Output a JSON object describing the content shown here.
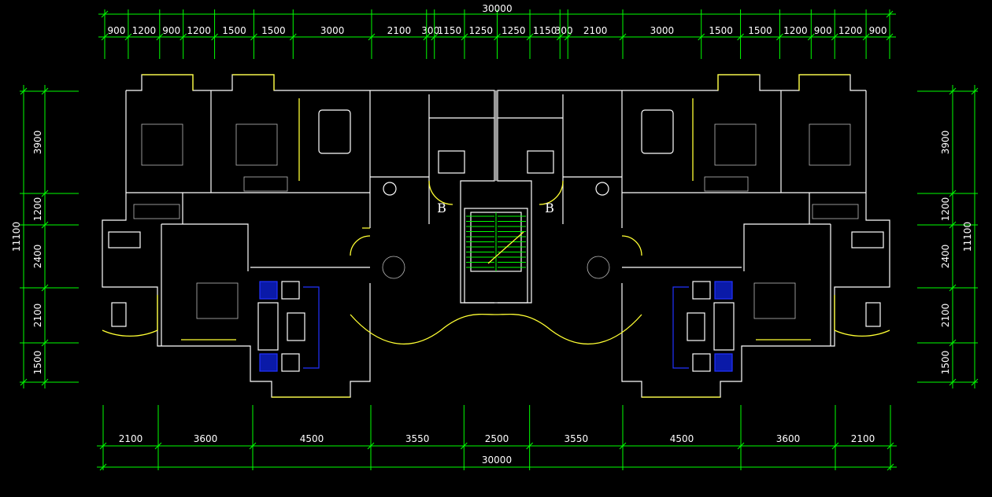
{
  "dimensions": {
    "top_total": "30000",
    "top_segments": [
      "900",
      "1200",
      "900",
      "1200",
      "1500",
      "1500",
      "3000",
      "2100",
      "300",
      "1150",
      "1250",
      "1250",
      "1150",
      "300",
      "2100",
      "3000",
      "1500",
      "1500",
      "1200",
      "900",
      "1200",
      "900"
    ],
    "bottom_total": "30000",
    "bottom_segments": [
      "2100",
      "3600",
      "4500",
      "3550",
      "2500",
      "3550",
      "4500",
      "3600",
      "2100"
    ],
    "left_total": "11100",
    "left_segments": [
      "3900",
      "1200",
      "2400",
      "2100",
      "1500"
    ],
    "right_total": "11100",
    "right_segments": [
      "3900",
      "1200",
      "2400",
      "2100",
      "1500"
    ]
  },
  "labels": {
    "stair_left": "B",
    "stair_right": "B"
  },
  "colors": {
    "background": "#000000",
    "dimension_lines": "#00ff00",
    "walls": "#ffffff",
    "windows": "#ffff33",
    "furniture_accent": "#2233ff"
  }
}
